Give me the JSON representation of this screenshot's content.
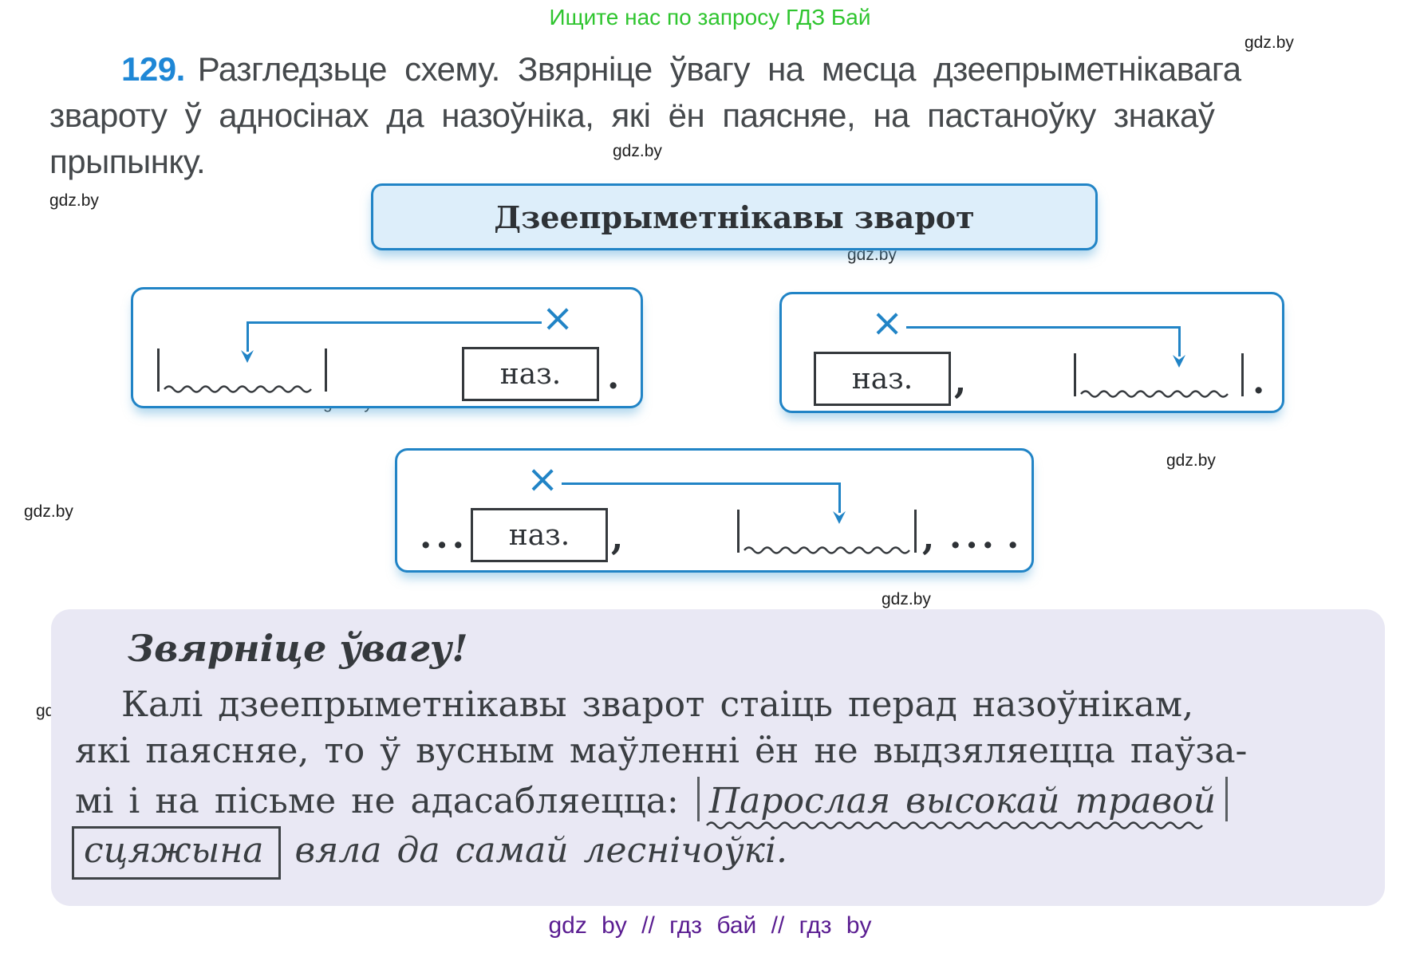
{
  "page": {
    "header_green": "Ищите нас по запросу ГДЗ Бай",
    "watermark": "gdz.by",
    "footer": "gdz by  //  гдз бай  //  гдз by"
  },
  "exercise": {
    "number": "129.",
    "line1": "Разгледзьце схему. Звярніце ўвагу на месца дзеепрыметнікавага",
    "line2": "звароту ў адносінах да назоўніка, які ён паясняе, на пастаноўку знакаў",
    "line3": "прыпынку."
  },
  "scheme": {
    "title": "Дзеепрыметнікавы зварот",
    "noun": "наз.",
    "cross": "×",
    "comma": ",",
    "period": ".",
    "ellipsis": "..."
  },
  "note": {
    "heading": "Звярніце ўвагу!",
    "line1": "Калі дзеепрыметнікавы зварот стаіць перад назоўнікам,",
    "line2": "які паясняе, то ў вусным маўленні ён не выдзяляецца паўза-",
    "line3_prefix": "мі і на пісьме не адасабляецца:",
    "example_part1": "Парослая высокай травой",
    "example_subject": "сцяжына",
    "example_part2": "вяла да самай леснічоўкі."
  },
  "colors": {
    "accent_blue": "#2184c6",
    "exercise_number_blue": "#1e87d6",
    "promo_green": "#2fc52f",
    "note_background": "#e9e8f4",
    "footer_purple": "#5a1d91",
    "title_fill": "#ddeefa"
  }
}
